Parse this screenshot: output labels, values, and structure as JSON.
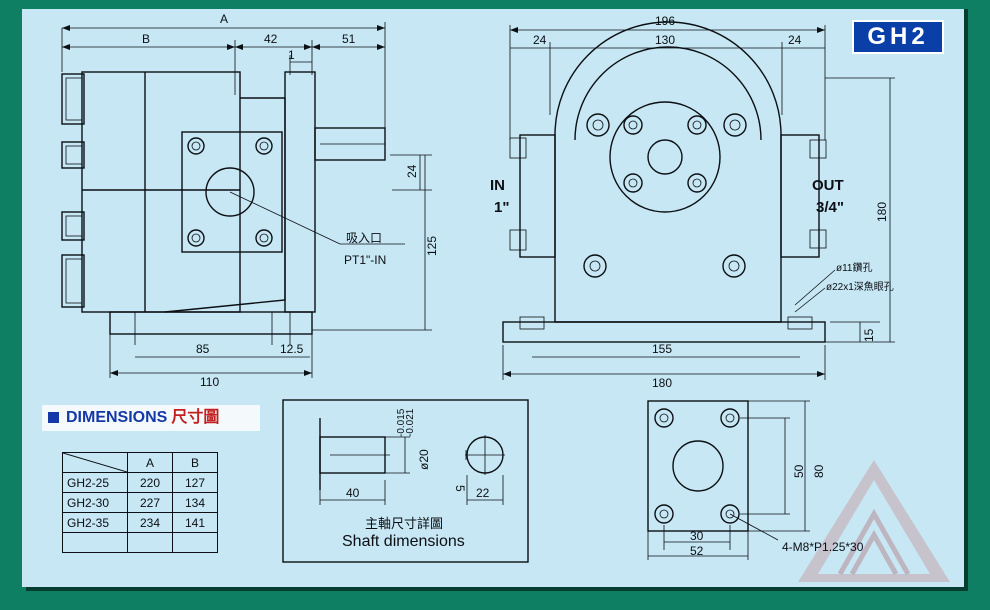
{
  "badge": "GH2",
  "side_view": {
    "dim_A": "A",
    "dim_B": "B",
    "dim_42": "42",
    "dim_51": "51",
    "dim_1": "1",
    "dim_24": "24",
    "dim_125": "125",
    "dim_85": "85",
    "dim_12_5": "12.5",
    "dim_110": "110",
    "inlet_label_cn": "吸入口",
    "inlet_label": "PT1\"-IN"
  },
  "front_view": {
    "dim_196": "196",
    "dim_24_left": "24",
    "dim_130": "130",
    "dim_24_right": "24",
    "dim_180_vertical": "180",
    "dim_155": "155",
    "dim_180_bottom": "180",
    "dim_15": "15",
    "in_label": "IN",
    "in_size": "1\"",
    "out_label": "OUT",
    "out_size": "3/4\"",
    "hole_note_1": "ø11鑽孔",
    "hole_note_2": "ø22x1深魚眼孔"
  },
  "dimensions_heading": {
    "en": "DIMENSIONS",
    "cn": "尺寸圖"
  },
  "dims_table": {
    "headers": [
      "A",
      "B"
    ],
    "rows": [
      {
        "model": "GH2-25",
        "A": "220",
        "B": "127"
      },
      {
        "model": "GH2-30",
        "A": "227",
        "B": "134"
      },
      {
        "model": "GH2-35",
        "A": "234",
        "B": "141"
      }
    ]
  },
  "shaft": {
    "tol_upper": "-0.015",
    "tol_lower": "-0.021",
    "dia": "ø20",
    "key_5": "5",
    "len_40": "40",
    "dim_22": "22",
    "caption_cn": "主軸尺寸詳圖",
    "caption_en": "Shaft dimensions"
  },
  "flange": {
    "dim_50": "50",
    "dim_80": "80",
    "dim_30": "30",
    "dim_52": "52",
    "thread": "4-M8*P1.25*30"
  }
}
